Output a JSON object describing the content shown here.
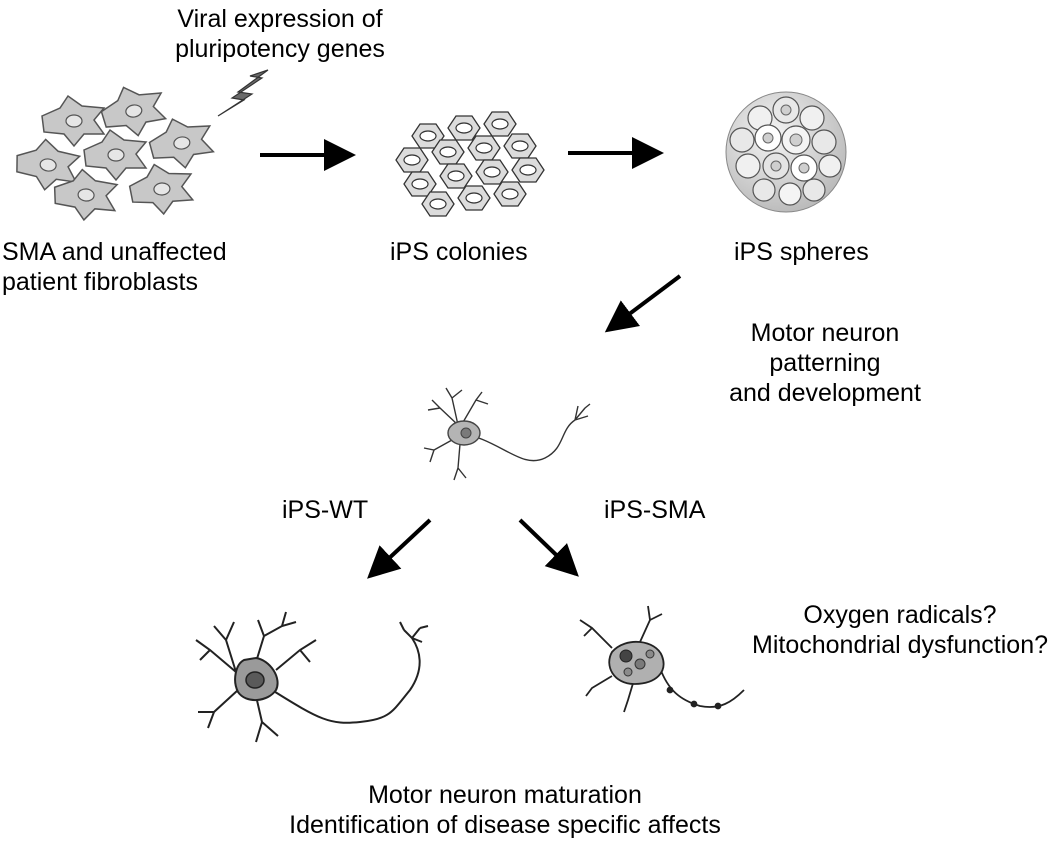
{
  "labels": {
    "viral_line1": "Viral expression of",
    "viral_line2": "pluripotency genes",
    "fibroblasts_line1": "SMA and unaffected",
    "fibroblasts_line2": "patient fibroblasts",
    "colonies": "iPS colonies",
    "spheres": "iPS spheres",
    "patterning_line1": "Motor neuron",
    "patterning_line2": "patterning",
    "patterning_line3": "and development",
    "wt": "iPS-WT",
    "sma": "iPS-SMA",
    "oxygen": "Oxygen radicals?",
    "mito": "Mitochondrial dysfunction?",
    "maturation": "Motor neuron maturation",
    "identification": "Identification of disease specific affects"
  },
  "colors": {
    "cell_fill": "#c8c8c8",
    "nucleus_fill": "#e6e6e6",
    "neuron_body": "#9a9a9a",
    "neuron_nucleus": "#6e6e6e",
    "arrow": "#000000",
    "lightning": "#6a6a6a"
  }
}
